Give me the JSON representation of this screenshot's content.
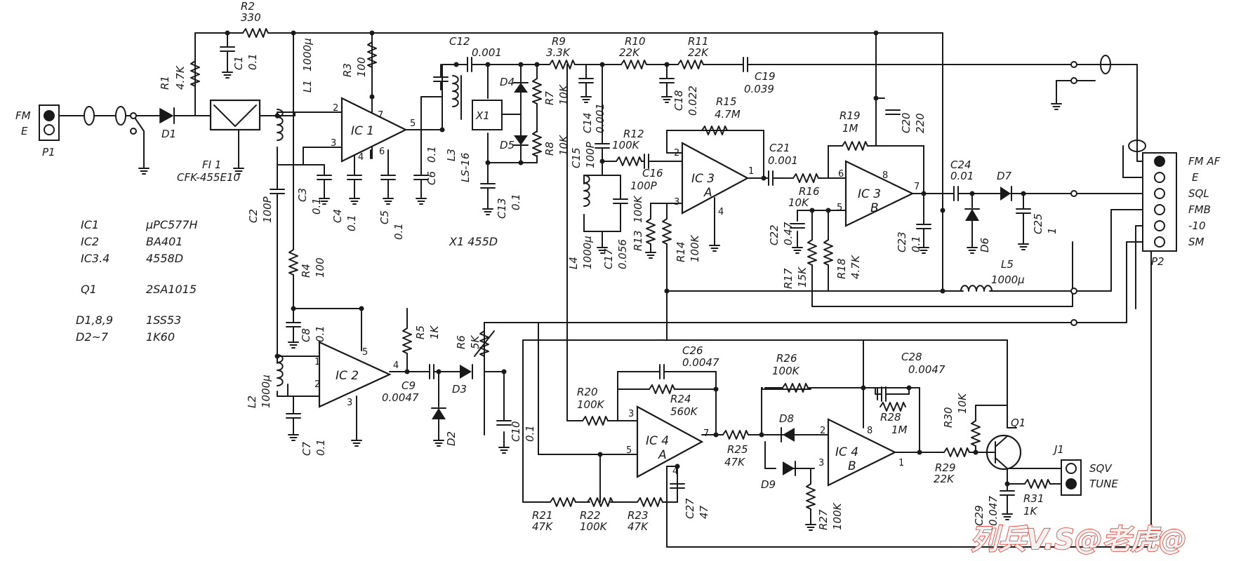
{
  "connectors": {
    "p1": {
      "name": "P1",
      "pins": [
        "FM",
        "E"
      ]
    },
    "p2": {
      "name": "P2",
      "pins": [
        "FM AF",
        "E",
        "SQL",
        "FMB",
        "-10",
        "SM"
      ]
    },
    "j1": {
      "name": "J1",
      "pins": [
        "SQV",
        "TUNE"
      ]
    }
  },
  "ics": {
    "ic1": "IC 1",
    "ic2": "IC 2",
    "ic3a": "IC 3",
    "ic3b": "IC 3",
    "ic4a": "IC 4",
    "ic4b": "IC 4",
    "unit_a": "A",
    "unit_b": "B"
  },
  "components": {
    "R1": [
      "R1",
      "4.7K"
    ],
    "R2": [
      "R2",
      "330"
    ],
    "R3": [
      "R3",
      "100"
    ],
    "R4": [
      "R4",
      "100"
    ],
    "R5": [
      "R5",
      "1K"
    ],
    "R6": [
      "R6",
      "5K"
    ],
    "R7": [
      "R7",
      "10K"
    ],
    "R8": [
      "R8",
      "10K"
    ],
    "R9": [
      "R9",
      "3.3K"
    ],
    "R10": [
      "R10",
      "22K"
    ],
    "R11": [
      "R11",
      "22K"
    ],
    "R12": [
      "R12",
      "100K"
    ],
    "R13": [
      "R13",
      "100K"
    ],
    "R14": [
      "R14",
      "100K"
    ],
    "R15": [
      "R15",
      "4.7M"
    ],
    "R16": [
      "R16",
      "10K"
    ],
    "R17": [
      "R17",
      "15K"
    ],
    "R18": [
      "R18",
      "4.7K"
    ],
    "R19": [
      "R19",
      "1M"
    ],
    "R20": [
      "R20",
      "100K"
    ],
    "R21": [
      "R21",
      "47K"
    ],
    "R22": [
      "R22",
      "100K"
    ],
    "R23": [
      "R23",
      "47K"
    ],
    "R24": [
      "R24",
      "560K"
    ],
    "R25": [
      "R25",
      "47K"
    ],
    "R26": [
      "R26",
      "100K"
    ],
    "R27": [
      "R27",
      "100K"
    ],
    "R28": [
      "R28",
      "1M"
    ],
    "R29": [
      "R29",
      "22K"
    ],
    "R30": [
      "R30",
      "10K"
    ],
    "R31": [
      "R31",
      "1K"
    ],
    "C1": [
      "C1",
      "0.1"
    ],
    "C2": [
      "C2",
      "100P"
    ],
    "C3": [
      "C3",
      "0.1"
    ],
    "C4": [
      "C4",
      "0.1"
    ],
    "C5": [
      "C5",
      "0.1"
    ],
    "C6": [
      "C6",
      "0.1"
    ],
    "C7": [
      "C7",
      "0.1"
    ],
    "C8": [
      "C8",
      "0.1"
    ],
    "C9": [
      "C9",
      "0.0047"
    ],
    "C10": [
      "C10",
      "0.1"
    ],
    "C12": [
      "C12",
      "0.001"
    ],
    "C13": [
      "C13",
      "0.1"
    ],
    "C14": [
      "C14",
      "0.001"
    ],
    "C15": [
      "C15",
      "100P"
    ],
    "C16": [
      "C16",
      "100P"
    ],
    "C17": [
      "C17",
      "0.056"
    ],
    "C18": [
      "C18",
      "0.022"
    ],
    "C19": [
      "C19",
      "0.039"
    ],
    "C20": [
      "C20",
      "220"
    ],
    "C21": [
      "C21",
      "0.001"
    ],
    "C22": [
      "C22",
      "0.47"
    ],
    "C23": [
      "C23",
      "0.1"
    ],
    "C24": [
      "C24",
      "0.01"
    ],
    "C25": [
      "C25",
      "1"
    ],
    "C26": [
      "C26",
      "0.0047"
    ],
    "C27": [
      "C27",
      "47"
    ],
    "C28": [
      "C28",
      "0.0047"
    ],
    "C29": [
      "C29",
      "0.047"
    ],
    "L1": [
      "L1",
      "1000μ"
    ],
    "L2": [
      "L2",
      "1000μ"
    ],
    "L3": [
      "L3",
      "LS-16"
    ],
    "L4": [
      "L4",
      "1000μ"
    ],
    "L5": [
      "L5",
      "1000μ"
    ],
    "FI1": [
      "FI 1",
      "CFK-455E10"
    ],
    "X1": [
      "X1",
      "455D"
    ],
    "D1": "D1",
    "D2": "D2",
    "D3": "D3",
    "D4": "D4",
    "D5": "D5",
    "D6": "D6",
    "D7": "D7",
    "D8": "D8",
    "D9": "D9",
    "Q1": "Q1"
  },
  "parts_list": [
    {
      "ref": "IC1",
      "part": "μPC577H"
    },
    {
      "ref": "IC2",
      "part": "BA401"
    },
    {
      "ref": "IC3.4",
      "part": "4558D"
    },
    {
      "ref": "Q1",
      "part": "2SA1015"
    },
    {
      "ref": "D1,8,9",
      "part": "1SS53"
    },
    {
      "ref": "D2~7",
      "part": "1K60"
    }
  ],
  "crystal_note": "X1  455D",
  "watermark": "列兵V.S@老虎@",
  "colors": {
    "ink": "#1a1a1a",
    "paper": "#ffffff",
    "watermark": "#e43a2c"
  }
}
